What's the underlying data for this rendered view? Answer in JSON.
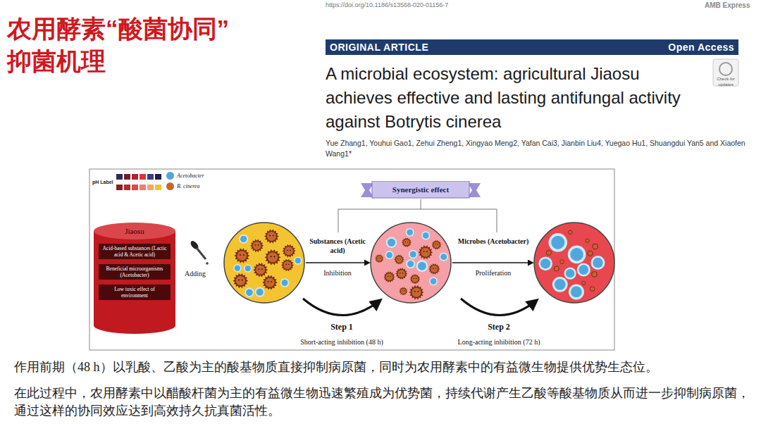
{
  "diagram": {
    "title": "农用酵素“酸菌协同” 抑菌机理",
    "nodes": [
      {
        "text": [
          "ORIGINAL ARTICLE",
          "Open Access"
        ]
      },
      {
        "text": [
          "Synergistic effect"
        ]
      },
      {
        "text": [
          "Jiaosu",
          "Acid-based substances (Lactic acid & Acetic acid)",
          "Beneficial microorganisms (Acetobacter)",
          "Low toxic effect of environment"
        ]
      }
    ],
    "labels": [
      "https://doi.org/10.1186/s13568-020-01156-7",
      "AMB Express",
      "A microbial ecosystem: agricultural Jiaosu achieves effective and lasting antifungal activity against Botrytis cinerea",
      "Yue Zhang1, Youhui Gao1, Zehui Zheng1, Xingyao Meng2, Yafan Cai3, Jianbin Liu4, Yuegao Hu1, Shuangdui Yan5 and Xiaofen Wang1*",
      "Check for updates",
      "pH Label",
      "Adding",
      "Substances (Acetic acid)",
      "Inhibition",
      "Microbes (Acetobacter)",
      "Proliferation",
      "Step 1",
      "Short-acting inhibition (48 h)",
      "Step 2",
      "Long-acting inhibition (72 h)",
      "作用前期（48 h）以乳酸、乙酸为主的酸基物质直接抑制病原菌，同时为农用酵素中的有益微生物提供优势生态位。",
      "在此过程中，农用酵素中以醋酸杆菌为主的有益微生物迅速繁殖成为优势菌，持续代谢产生乙酸等酸基物质从而进一步抑制病原菌，通过这样的协同效应达到高效持久抗真菌活性。"
    ],
    "legend": [
      {
        "text": "Acetobacter",
        "color": "#4fa8dc"
      },
      {
        "text": "B. cinerea",
        "color": "#c8662f"
      }
    ]
  }
}
